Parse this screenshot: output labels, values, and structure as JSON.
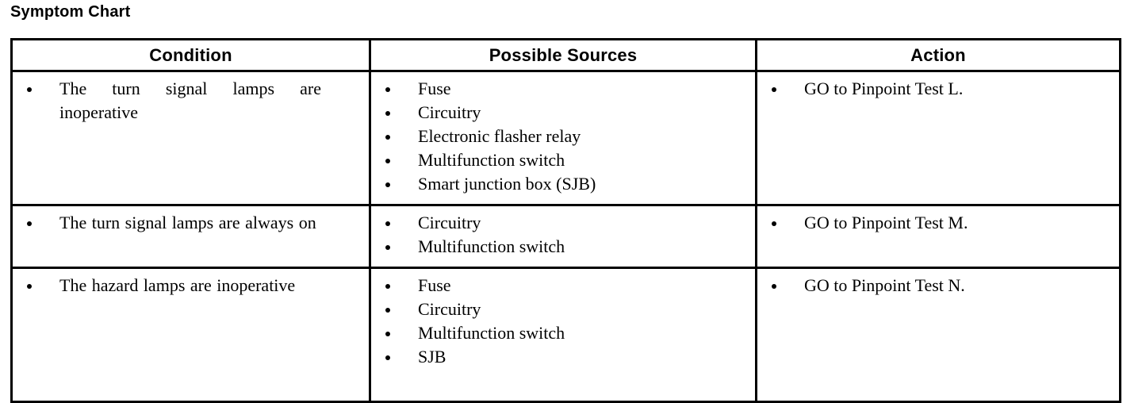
{
  "page": {
    "title": "Symptom Chart",
    "background": "#ffffff",
    "text_color": "#000000",
    "border_color": "#000000"
  },
  "table": {
    "headers": [
      {
        "label": "Condition"
      },
      {
        "label": "Possible Sources"
      },
      {
        "label": "Action"
      }
    ],
    "rows": [
      {
        "condition": [
          "The turn signal lamps are inoperative"
        ],
        "sources": [
          "Fuse",
          "Circuitry",
          "Electronic flasher relay",
          "Multifunction switch",
          "Smart junction box (SJB)"
        ],
        "action": [
          "GO to Pinpoint Test L."
        ]
      },
      {
        "condition": [
          "The turn signal lamps are always on"
        ],
        "sources": [
          "Circuitry",
          "Multifunction switch"
        ],
        "action": [
          "GO to Pinpoint Test M."
        ]
      },
      {
        "condition": [
          "The hazard lamps are inoperative"
        ],
        "sources": [
          "Fuse",
          "Circuitry",
          "Multifunction switch",
          "SJB"
        ],
        "action": [
          "GO to Pinpoint Test N."
        ]
      }
    ]
  }
}
